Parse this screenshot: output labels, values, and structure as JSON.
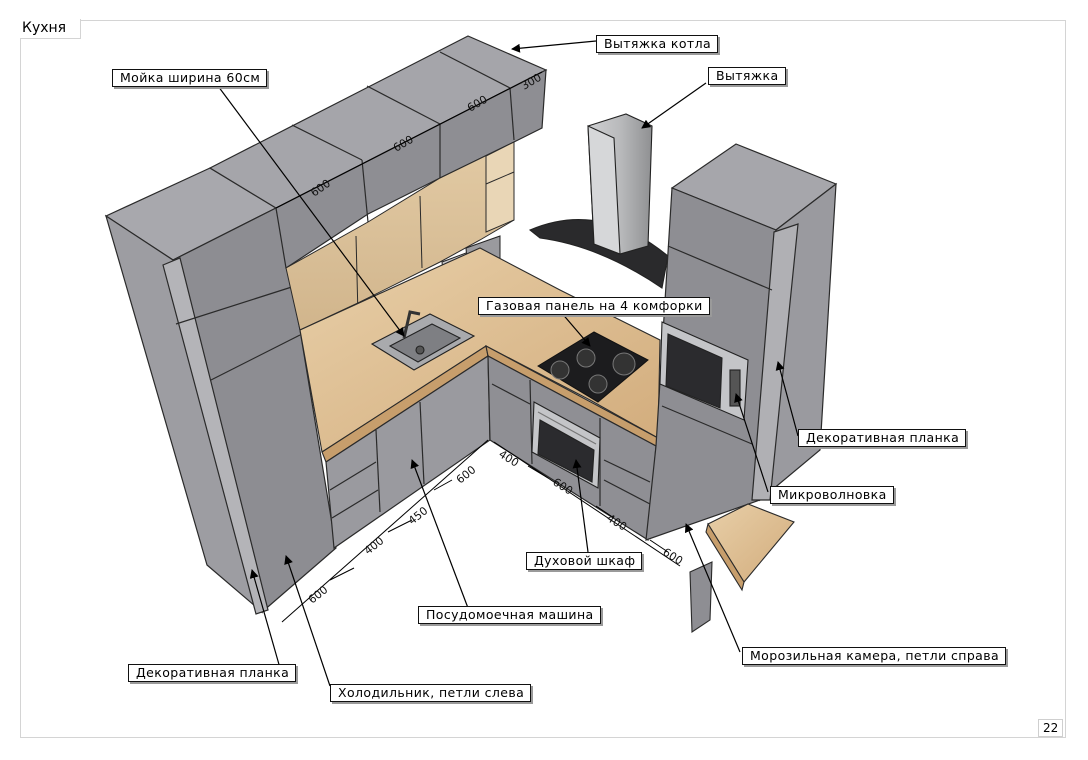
{
  "page": {
    "title": "Кухня",
    "number": "22"
  },
  "labels": {
    "vytyazhka_kotla": "Вытяжка котла",
    "moyka": "Мойка ширина 60см",
    "vytyazhka": "Вытяжка",
    "gazovaya_panel": "Газовая панель на 4 комфорки",
    "dekor_planka_right": "Декоративная планка",
    "mikrovolnovka": "Микроволновка",
    "dukhovoy_shkaf": "Духовой шкаф",
    "posudomoechnaya": "Посудомоечная машина",
    "morozilnaya": "Морозильная камера, петли справа",
    "dekor_planka_left": "Декоративная планка",
    "kholodilnik": "Холодильник, петли слева"
  },
  "dimensions": {
    "upper": [
      "600",
      "600",
      "600",
      "300"
    ],
    "floor_left": [
      "600",
      "400",
      "450",
      "600",
      "400"
    ],
    "floor_right": [
      "600",
      "400",
      "600"
    ]
  }
}
